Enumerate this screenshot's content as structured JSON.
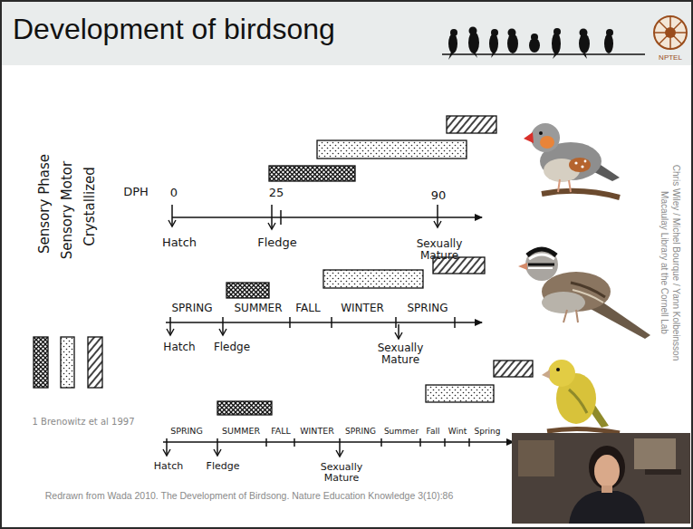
{
  "diagram": {
    "title": "Development of birdsong",
    "labels": [
      "DPH",
      "0",
      "25",
      "90",
      "Hatch",
      "Fledge",
      "Sexually Mature",
      "SPRING",
      "SUMMER",
      "FALL",
      "WINTER",
      "SPRING",
      "Hatch",
      "Fledge",
      "Sexually Mature",
      "SPRING",
      "SUMMER",
      "FALL",
      "WINTER",
      "SPRING",
      "Summer",
      "Fall",
      "Wint",
      "Spring",
      "Hatch",
      "Fledge",
      "Sexually Mature",
      "1 Brenowitz et al 1997",
      "Redrawn from Wada 2010. The Development of Birdsong. Nature Education Knowledge 3(10):86",
      "Chris Wiley / Michel Bourque / Yann Kolbeinsson",
      "Macaulay Library at the Cornell Lab",
      "NPTEL"
    ],
    "legend": [
      {
        "text": "Sensory Phase"
      },
      {
        "text": "Sensory Motor"
      },
      {
        "text": "Crystallized"
      }
    ]
  }
}
